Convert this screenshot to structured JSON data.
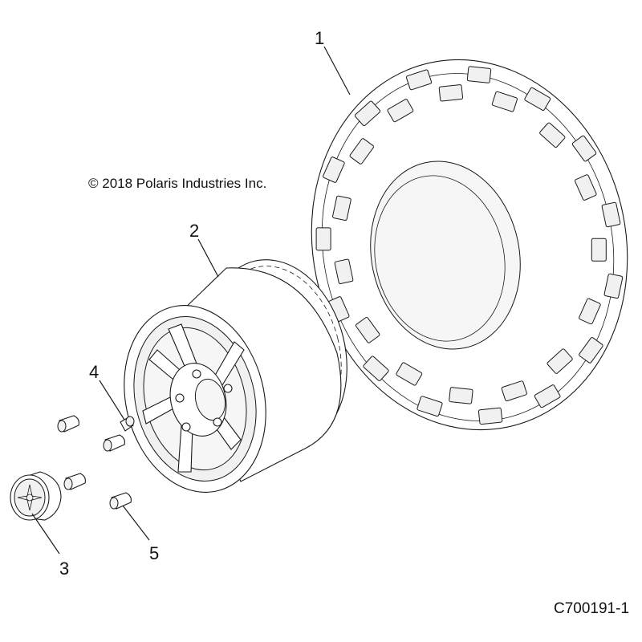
{
  "copyright": "© 2018 Polaris Industries Inc.",
  "figure_number": "C700191-1",
  "callouts": [
    {
      "number": "1",
      "part": "tire"
    },
    {
      "number": "2",
      "part": "wheel"
    },
    {
      "number": "3",
      "part": "hub-cap"
    },
    {
      "number": "4",
      "part": "valve-stem"
    },
    {
      "number": "5",
      "part": "lug-nut"
    }
  ]
}
